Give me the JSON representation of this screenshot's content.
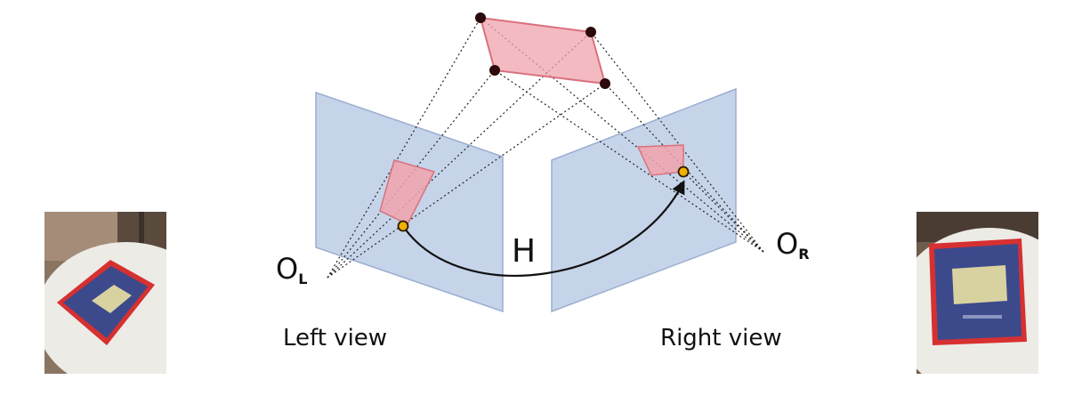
{
  "diagram": {
    "homography_label": "H",
    "left_center": {
      "main": "O",
      "sub": "L"
    },
    "right_center": {
      "main": "O",
      "sub": "R"
    },
    "left_view_label": "Left view",
    "right_view_label": "Right view"
  },
  "colors": {
    "image_plane_fill": "#bccde6",
    "image_plane_stroke": "#9aaed0",
    "planar_patch_fill": "#f0a3ad",
    "planar_patch_stroke": "#d9717e",
    "corner_point": "#2a0a0a",
    "projected_point_fill": "#f0b000",
    "table_top": "#ecebe6",
    "book_border": "#d63030",
    "book_cover": "#3c4a8c"
  },
  "icons": {
    "left_photo": "book-on-table-photo",
    "right_photo": "book-on-table-photo"
  }
}
